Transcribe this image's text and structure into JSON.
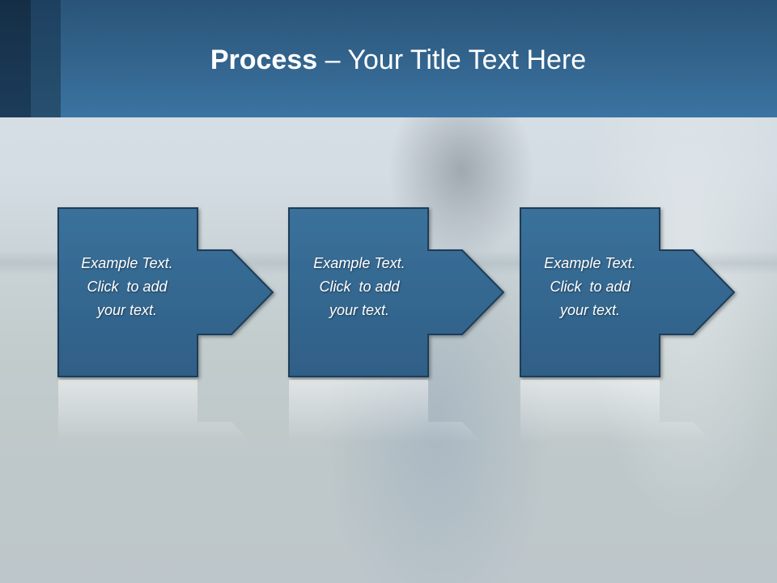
{
  "slide": {
    "title_bold": "Process",
    "title_rest": " – Your Title Text Here"
  },
  "steps": [
    {
      "line1": "Example Text.",
      "line2": "Click  to add",
      "line3": "your text."
    },
    {
      "line1": "Example Text.",
      "line2": "Click  to add",
      "line3": "your text."
    },
    {
      "line1": "Example Text.",
      "line2": "Click  to add",
      "line3": "your text."
    }
  ],
  "colors": {
    "header": "#33658e",
    "box_fill": "#33678f",
    "box_border": "#1e3d58",
    "text": "#ffffff"
  }
}
